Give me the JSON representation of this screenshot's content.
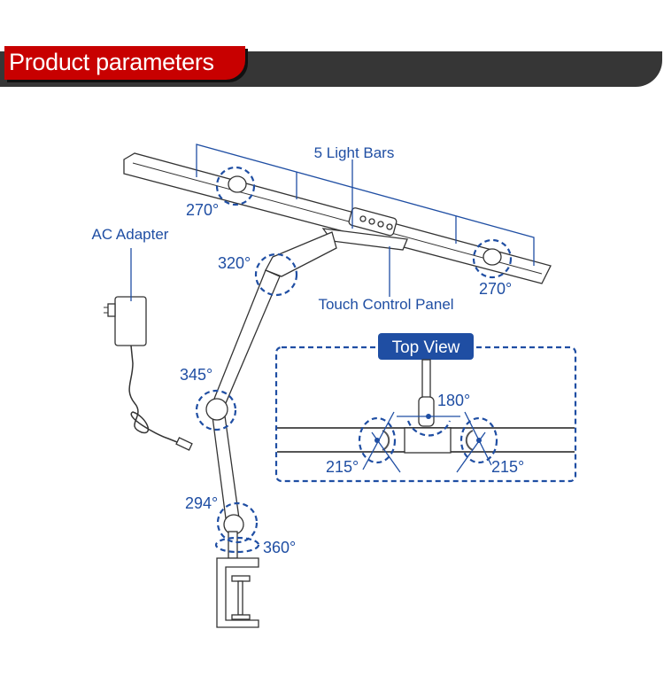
{
  "header": {
    "title": "Product parameters"
  },
  "labels": {
    "light_bars": "5 Light Bars",
    "ac_adapter": "AC Adapter",
    "touch_panel": "Touch Control Panel",
    "top_view": "Top View"
  },
  "angles": {
    "bar_left": "270°",
    "bar_right": "270°",
    "upper_joint": "320°",
    "middle_joint": "345°",
    "lower_joint": "294°",
    "base_rotation": "360°",
    "top_center": "180°",
    "top_left": "215°",
    "top_right": "215°"
  },
  "colors": {
    "accent": "#1f4ea3",
    "header_red": "#c80000",
    "header_dark": "#363636"
  }
}
